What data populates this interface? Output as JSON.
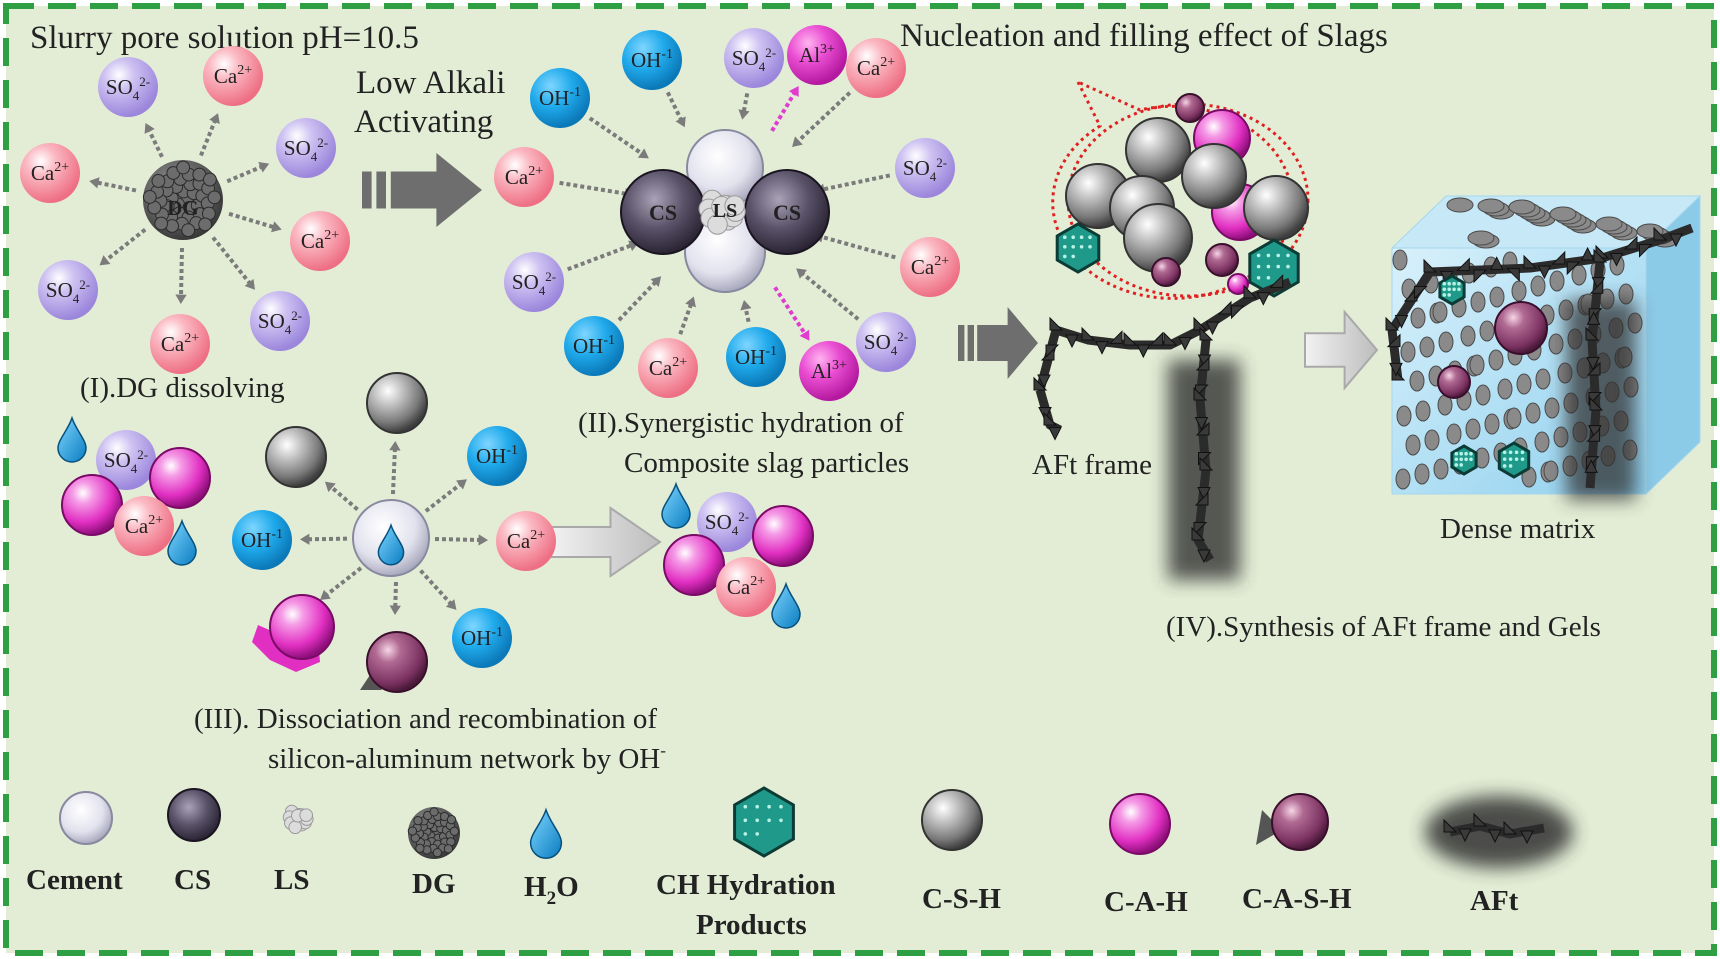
{
  "title_left": "Slurry pore solution pH=10.5",
  "title_right": "Nucleation and filling effect of Slags",
  "activation": {
    "line1": "Low Alkali",
    "line2": "Activating"
  },
  "ions": {
    "ca": "Ca",
    "so": "SO",
    "oh": "OH",
    "al": "Al"
  },
  "particle_labels": {
    "dg": "DG",
    "cs": "CS",
    "ls": "LS"
  },
  "stages": {
    "s1": "(I).DG dissolving",
    "s2_line1": "(II).Synergistic hydration of",
    "s2_line2": "Composite slag particles",
    "s3_line1": "(III). Dissociation and recombination of",
    "s3_line2": "silicon-aluminum network by OH",
    "s4": "(IV).Synthesis of AFt frame and Gels"
  },
  "labels": {
    "aft_frame": "AFt frame",
    "dense_matrix": "Dense matrix"
  },
  "legend": {
    "cement": "Cement",
    "cs": "CS",
    "ls": "LS",
    "dg": "DG",
    "h2o": "H",
    "ch_line1": "CH Hydration",
    "ch_line2": "Products",
    "csh": "C-S-H",
    "cah": "C-A-H",
    "cash": "C-A-S-H",
    "aft": "AFt"
  },
  "colors": {
    "background": "#e3edd6",
    "border": "#2ea043",
    "ca": "#f48d9c",
    "so": "#b4a3e6",
    "oh": "#18a5e6",
    "al": "#e73dcf",
    "csh": "#8a8a8a",
    "cah": "#e63cc8",
    "cash": "#8e4470",
    "ch": "#1f9a8a"
  }
}
